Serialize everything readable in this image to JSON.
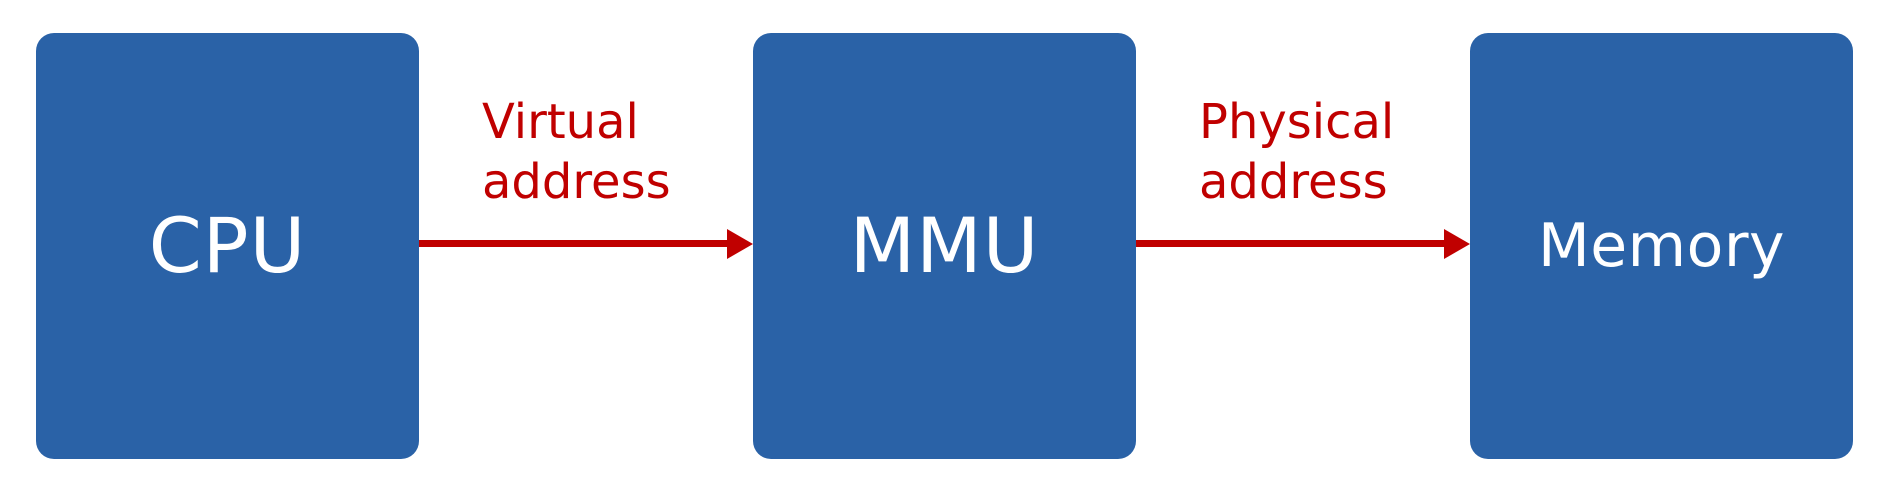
{
  "colors": {
    "block_fill": "#2a62a7",
    "block_text": "#ffffff",
    "arrow": "#c00000",
    "arrow_label": "#c00000",
    "background": "#ffffff"
  },
  "blocks": {
    "cpu": "CPU",
    "mmu": "MMU",
    "memory": "Memory"
  },
  "arrows": {
    "cpu_to_mmu": {
      "label_line1": "Virtual",
      "label_line2": "address"
    },
    "mmu_to_memory": {
      "label_line1": "Physical",
      "label_line2": "address"
    }
  }
}
